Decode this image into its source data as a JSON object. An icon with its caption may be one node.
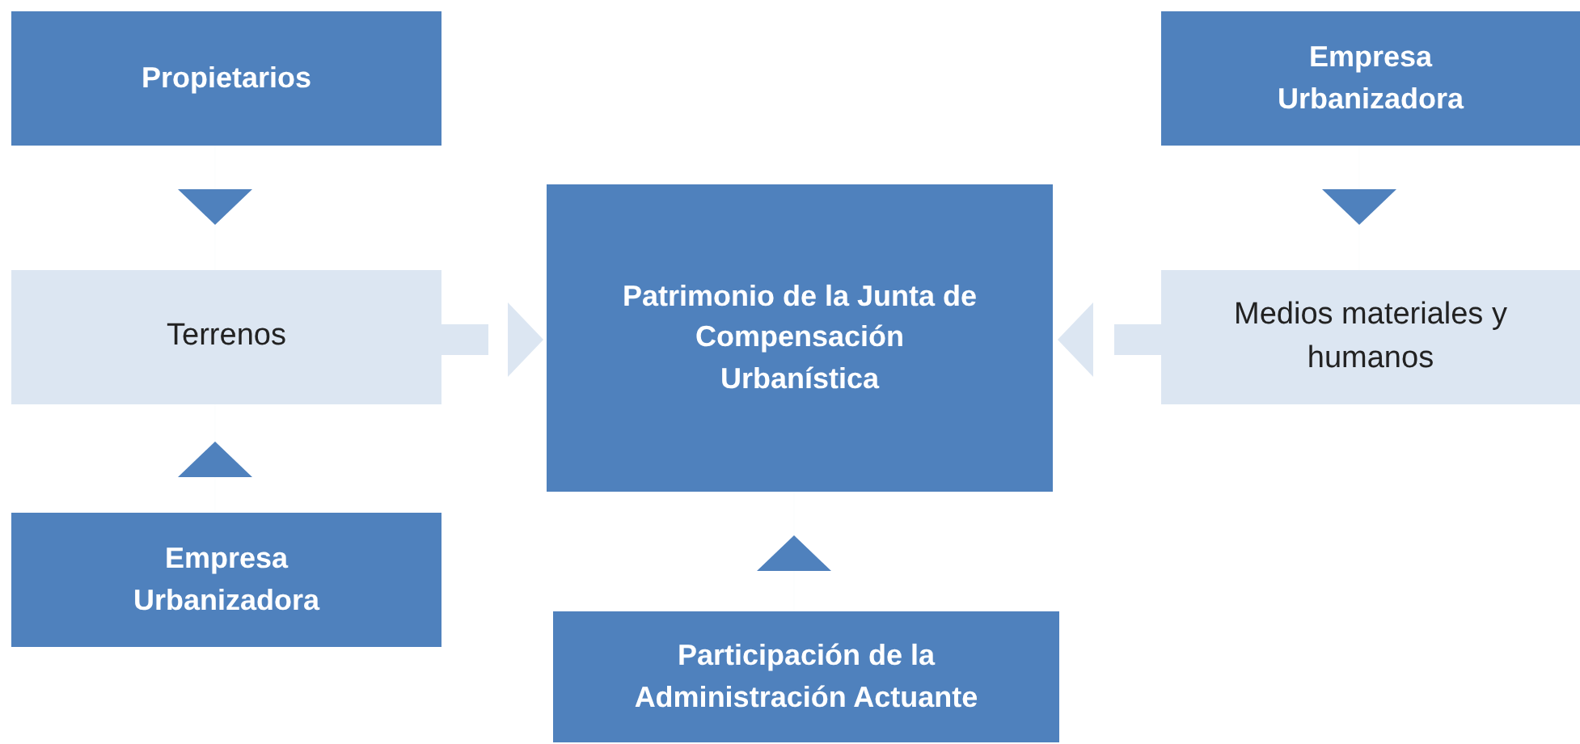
{
  "diagram": {
    "nodes": [
      {
        "text": [
          "Propietarios"
        ]
      },
      {
        "text": [
          "Terrenos"
        ]
      },
      {
        "text": [
          "Empresa Urbanizadora"
        ]
      },
      {
        "text": [
          "Patrimonio de la Junta de Compensación Urbanística"
        ]
      },
      {
        "text": [
          "Empresa Urbanizadora"
        ]
      },
      {
        "text": [
          "Medios materiales y humanos"
        ]
      },
      {
        "text": [
          "Participación de la Administración Actuante"
        ]
      }
    ],
    "edges": [
      {
        "from": 0,
        "to": 1,
        "arrow": "to"
      },
      {
        "from": 2,
        "to": 1,
        "arrow": "to"
      },
      {
        "from": 1,
        "to": 3,
        "arrow": "to",
        "color": "#dce6f2",
        "style": "thick"
      },
      {
        "from": 4,
        "to": 5,
        "arrow": "to"
      },
      {
        "from": 5,
        "to": 3,
        "arrow": "to",
        "color": "#dce6f2",
        "style": "thick"
      },
      {
        "from": 6,
        "to": 3,
        "arrow": "to"
      }
    ]
  }
}
